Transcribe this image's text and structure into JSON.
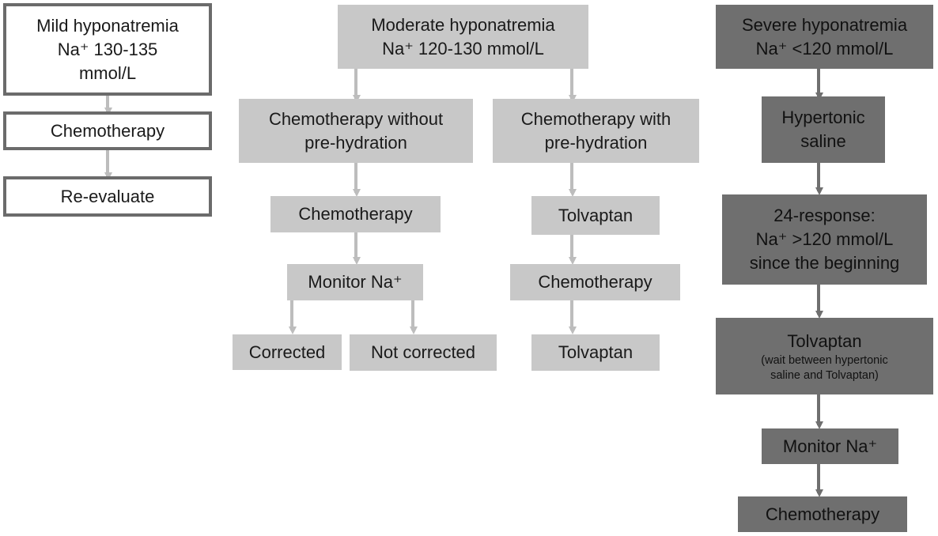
{
  "colors": {
    "mild_fill": "#ffffff",
    "mild_border": "#6b6b6b",
    "moderate_fill": "#c8c8c8",
    "severe_fill": "#6f6f6f",
    "arrow_light": "#bdbdbd",
    "arrow_dark": "#6f6f6f"
  },
  "mild": {
    "header": [
      "Mild hyponatremia",
      "Na⁺ 130-135",
      "mmol/L"
    ],
    "chemotherapy": "Chemotherapy",
    "reevaluate": "Re-evaluate"
  },
  "moderate": {
    "header": [
      "Moderate hyponatremia",
      "Na⁺ 120-130 mmol/L"
    ],
    "without_prehydration": [
      "Chemotherapy without",
      "pre-hydration"
    ],
    "with_prehydration": [
      "Chemotherapy with",
      "pre-hydration"
    ],
    "left_chemotherapy": "Chemotherapy",
    "monitor": "Monitor Na⁺",
    "corrected": "Corrected",
    "not_corrected": "Not corrected",
    "right_tolvaptan_1": "Tolvaptan",
    "right_chemotherapy": "Chemotherapy",
    "right_tolvaptan_2": "Tolvaptan"
  },
  "severe": {
    "header": [
      "Severe hyponatremia",
      "Na⁺ <120 mmol/L"
    ],
    "hypertonic": [
      "Hypertonic",
      "saline"
    ],
    "response": [
      "24-response:",
      "Na⁺ >120 mmol/L",
      "since the beginning"
    ],
    "tolvaptan": "Tolvaptan",
    "tolvaptan_note": [
      "(wait between hypertonic",
      "saline and Tolvaptan)"
    ],
    "monitor": "Monitor Na⁺",
    "chemotherapy": "Chemotherapy"
  }
}
